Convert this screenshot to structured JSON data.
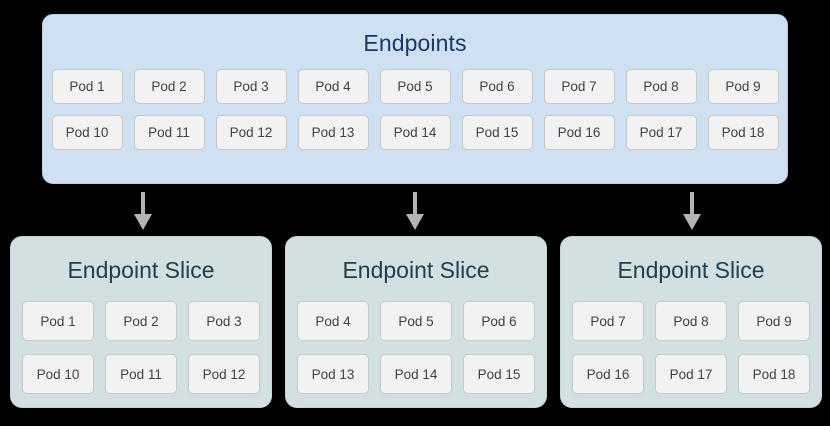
{
  "diagram": {
    "background_color": "#000000",
    "endpoints": {
      "title": "Endpoints",
      "fill_color": "#cfe0f2",
      "border_color": "#b4ceea",
      "title_color": "#1a3a66",
      "rows": [
        [
          "Pod 1",
          "Pod 2",
          "Pod 3",
          "Pod 4",
          "Pod 5",
          "Pod 6",
          "Pod 7",
          "Pod 8",
          "Pod 9"
        ],
        [
          "Pod 10",
          "Pod 11",
          "Pod 12",
          "Pod 13",
          "Pod 14",
          "Pod 15",
          "Pod 16",
          "Pod 17",
          "Pod 18"
        ]
      ]
    },
    "arrows": {
      "color": "#b4b4b4",
      "count": 3
    },
    "slices": [
      {
        "title": "Endpoint Slice",
        "fill_color": "#d3e0e2",
        "title_color": "#204050",
        "rows": [
          [
            "Pod 1",
            "Pod 2",
            "Pod 3"
          ],
          [
            "Pod 10",
            "Pod 11",
            "Pod 12"
          ]
        ]
      },
      {
        "title": "Endpoint Slice",
        "fill_color": "#d3e0e2",
        "title_color": "#204050",
        "rows": [
          [
            "Pod 4",
            "Pod 5",
            "Pod 6"
          ],
          [
            "Pod 13",
            "Pod 14",
            "Pod 15"
          ]
        ]
      },
      {
        "title": "Endpoint Slice",
        "fill_color": "#d3e0e2",
        "title_color": "#204050",
        "rows": [
          [
            "Pod 7",
            "Pod 8",
            "Pod 9"
          ],
          [
            "Pod 16",
            "Pod 17",
            "Pod 18"
          ]
        ]
      }
    ]
  }
}
